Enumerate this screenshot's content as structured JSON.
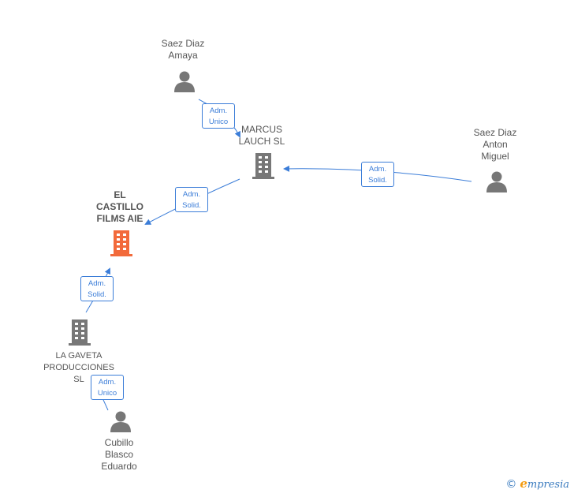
{
  "nodes": {
    "saez_diaz_amaya": {
      "line1": "Saez Diaz",
      "line2": "Amaya"
    },
    "marcus_lauch": {
      "line1": "MARCUS",
      "line2": "LAUCH SL"
    },
    "saez_diaz_anton_miguel": {
      "line1": "Saez Diaz",
      "line2": "Anton",
      "line3": "Miguel"
    },
    "el_castillo": {
      "line1": "EL",
      "line2": "CASTILLO",
      "line3": "FILMS AIE"
    },
    "la_gaveta": {
      "line1": "LA GAVETA",
      "line2": "PRODUCCIONES",
      "line3": "SL"
    },
    "cubillo": {
      "line1": "Cubillo",
      "line2": "Blasco",
      "line3": "Eduardo"
    }
  },
  "edges": {
    "amaya_to_marcus": {
      "line1": "Adm.",
      "line2": "Unico"
    },
    "anton_to_marcus": {
      "line1": "Adm.",
      "line2": "Solid."
    },
    "marcus_to_castillo": {
      "line1": "Adm.",
      "line2": "Solid."
    },
    "gaveta_to_castillo": {
      "line1": "Adm.",
      "line2": "Solid."
    },
    "cubillo_to_gaveta": {
      "line1": "Adm.",
      "line2": "Unico"
    }
  },
  "colors": {
    "edge": "#3b7dd8",
    "person": "#777777",
    "company": "#777777",
    "focus_company": "#f26a3b"
  },
  "brand": {
    "copyright": "©",
    "initial": "e",
    "name": "mpresia"
  }
}
